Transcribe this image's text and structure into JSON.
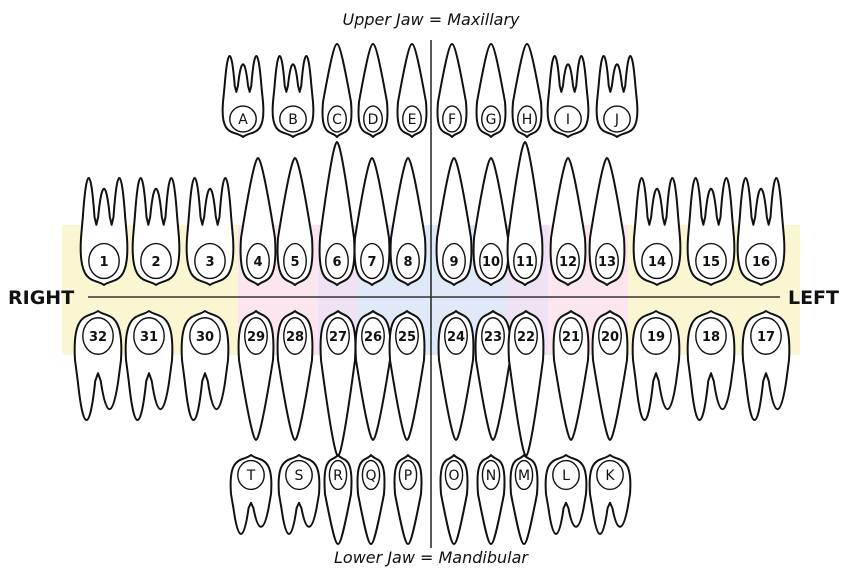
{
  "title_upper": "Upper Jaw = Maxillary",
  "title_lower": "Lower Jaw = Mandibular",
  "label_right": "RIGHT",
  "label_left": "LEFT",
  "band_colors": {
    "molar": "#fbf6d2",
    "premolar": "#fbe5ee",
    "canine": "#eee2f4",
    "incisor": "#dfe9f7"
  },
  "upper_primary": [
    "A",
    "B",
    "C",
    "D",
    "E",
    "F",
    "G",
    "H",
    "I",
    "J"
  ],
  "upper_permanent": [
    "1",
    "2",
    "3",
    "4",
    "5",
    "6",
    "7",
    "8",
    "9",
    "10",
    "11",
    "12",
    "13",
    "14",
    "15",
    "16"
  ],
  "lower_permanent": [
    "32",
    "31",
    "30",
    "29",
    "28",
    "27",
    "26",
    "25",
    "24",
    "23",
    "22",
    "21",
    "20",
    "19",
    "18",
    "17"
  ],
  "lower_primary": [
    "T",
    "S",
    "R",
    "Q",
    "P",
    "O",
    "N",
    "M",
    "L",
    "K"
  ]
}
